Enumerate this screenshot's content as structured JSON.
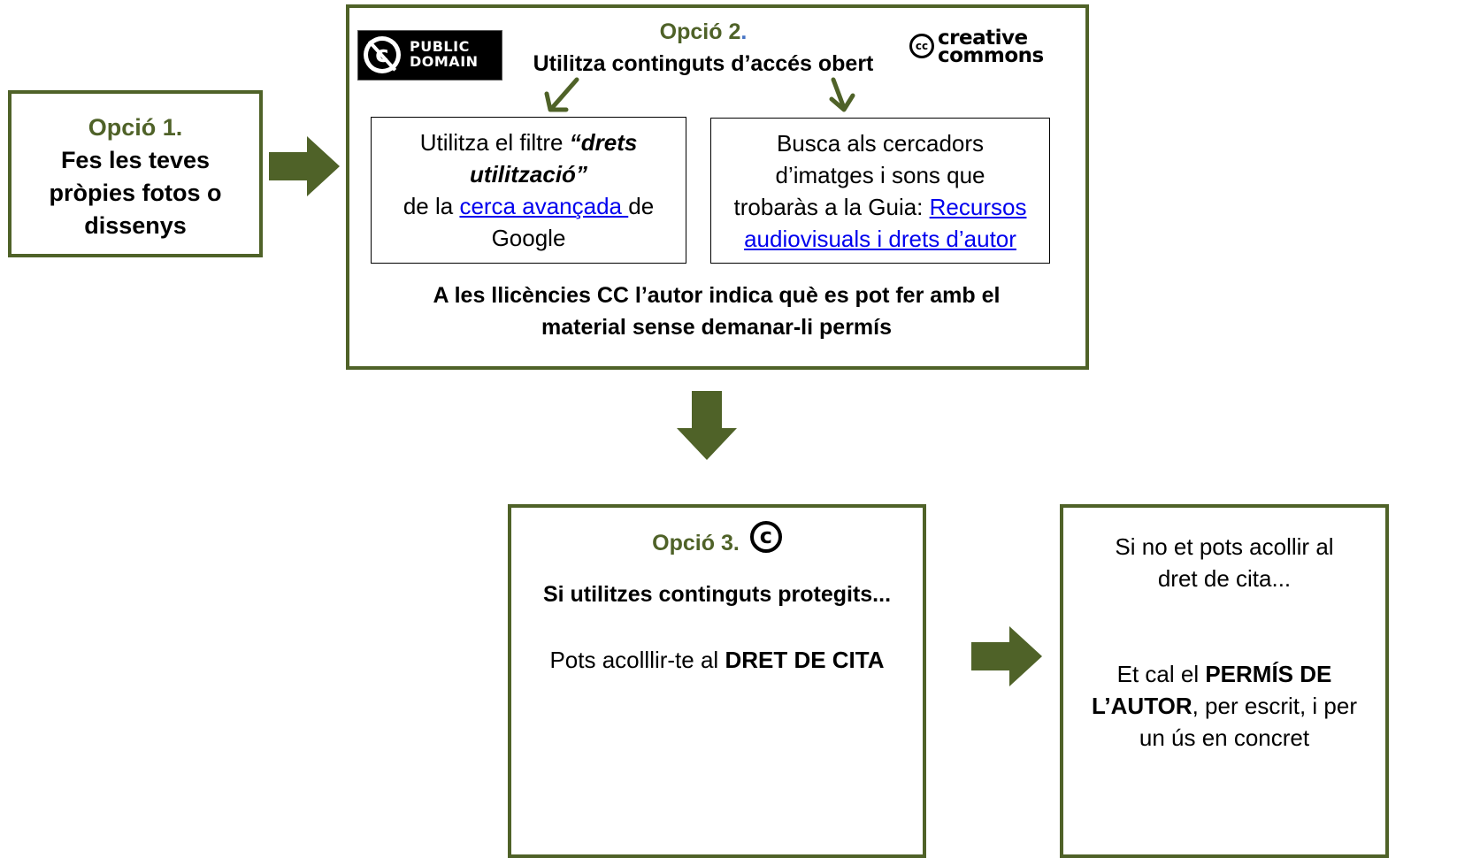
{
  "option1": {
    "title": "Opció 1.",
    "lines": [
      "Fes les teves",
      "pròpies fotos o",
      "dissenys"
    ]
  },
  "option2": {
    "title": "Opció 2",
    "title_dot": ".",
    "subtitle": "Utilitza continguts d’accés obert",
    "public_domain_logo": [
      "PUBLIC",
      "DOMAIN"
    ],
    "cc_logo": {
      "mark": "cc",
      "line1": "creative",
      "line2": "commons"
    },
    "filter_box": {
      "text1": "Utilitza el filtre ",
      "emphasis1": "“drets",
      "emphasis2": "utilització”",
      "text2": "de la ",
      "link": "cerca avançada ",
      "text3": "de",
      "text4": "Google"
    },
    "search_box": {
      "line1": "Busca als cercadors",
      "line2": "d’imatges i sons que",
      "line3_prefix": "trobaràs a la Guia: ",
      "link_part1": "Recursos",
      "link_part2": "audiovisuals i drets d’autor"
    },
    "footer_line1": "A les llicències CC l’autor indica què es pot fer  amb el",
    "footer_line2": "material sense demanar-li permís"
  },
  "option3": {
    "title": "Opció 3.",
    "copyright_symbol": "c",
    "subtitle": "Si utilitzes continguts protegits...",
    "text_prefix": "Pots acolllir-te al ",
    "text_bold": "DRET DE CITA"
  },
  "option4": {
    "line1": "Si no et pots acollir al",
    "line2": "dret de cita...",
    "line3_prefix": "Et cal el ",
    "line3_bold": "PERMÍS DE",
    "line4_bold": "L’AUTOR",
    "line4_suffix": ", per escrit, i per",
    "line5": "un ús en concret"
  },
  "colors": {
    "accent_green": "#4F6228",
    "arrow_green": "#4F6228",
    "link_blue": "#0000EE",
    "dot_blue": "#4472C4"
  }
}
